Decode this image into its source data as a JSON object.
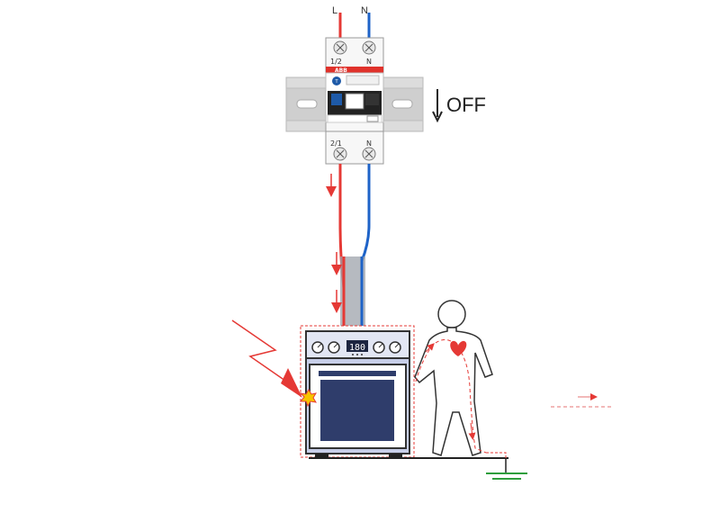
{
  "wires": {
    "line_label": "L",
    "neutral_label": "N",
    "line_color": "#e53935",
    "neutral_color": "#1e63c8"
  },
  "breaker": {
    "brand": "ABB",
    "top_left_terminal": "1/2",
    "top_right_terminal": "N",
    "bottom_left_terminal": "2/1",
    "bottom_right_terminal": "N",
    "brand_color": "#e0322b",
    "state_label": "OFF"
  },
  "oven": {
    "display_value": "180",
    "body_color": "#c7cee8",
    "window_color": "#2f3d6b"
  },
  "fault": {
    "arrow_color": "#e53935",
    "spark_color": "#f6c400"
  },
  "person": {
    "heart_color": "#e53935"
  },
  "ground": {
    "color": "#2e9e3c"
  }
}
